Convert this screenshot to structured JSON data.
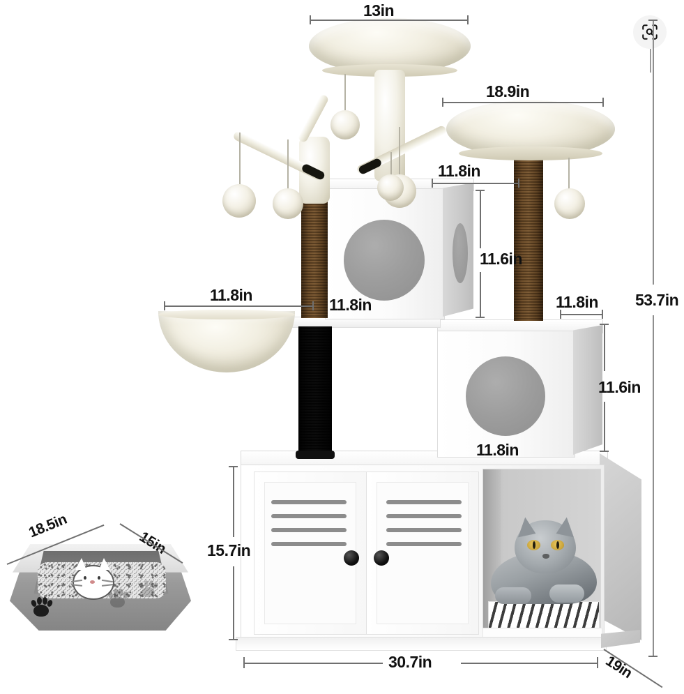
{
  "product": {
    "name": "Multi-level cat tree tower with litter box enclosure",
    "background_color": "#ffffff"
  },
  "toolbar": {
    "lens_button_label": "Visual search",
    "lens_icon": "visual-search-icon"
  },
  "dimensions": {
    "top_perch_width": "13in",
    "second_perch_width": "18.9in",
    "upper_condo_width_right": "11.8in",
    "upper_condo_width_front": "11.8in",
    "upper_condo_height": "11.6in",
    "hammock_width": "11.8in",
    "lower_condo_width_top": "11.8in",
    "lower_condo_width_front": "11.8in",
    "lower_condo_height": "11.6in",
    "cabinet_height": "15.7in",
    "base_width": "30.7in",
    "base_depth": "19in",
    "total_height": "53.7in"
  },
  "litter_box": {
    "caption_width": "18.5in",
    "caption_depth": "15in",
    "paw_icon": "paw-print-icon",
    "cat_icon": "cartoon-cat-icon"
  },
  "cat": {
    "label": "grey british shorthair cat"
  },
  "colors": {
    "dimension_line": "#6f6f6f",
    "dimension_text": "#111111",
    "plush_cream": "#efecdf",
    "sisal_natural": "#9d8462",
    "sisal_black": "#2a2a2a",
    "panel_white": "#ffffff",
    "hole_grey": "#9d9d9d",
    "knob_black": "#111111",
    "litterbox_grey": "#9a9a9a"
  }
}
